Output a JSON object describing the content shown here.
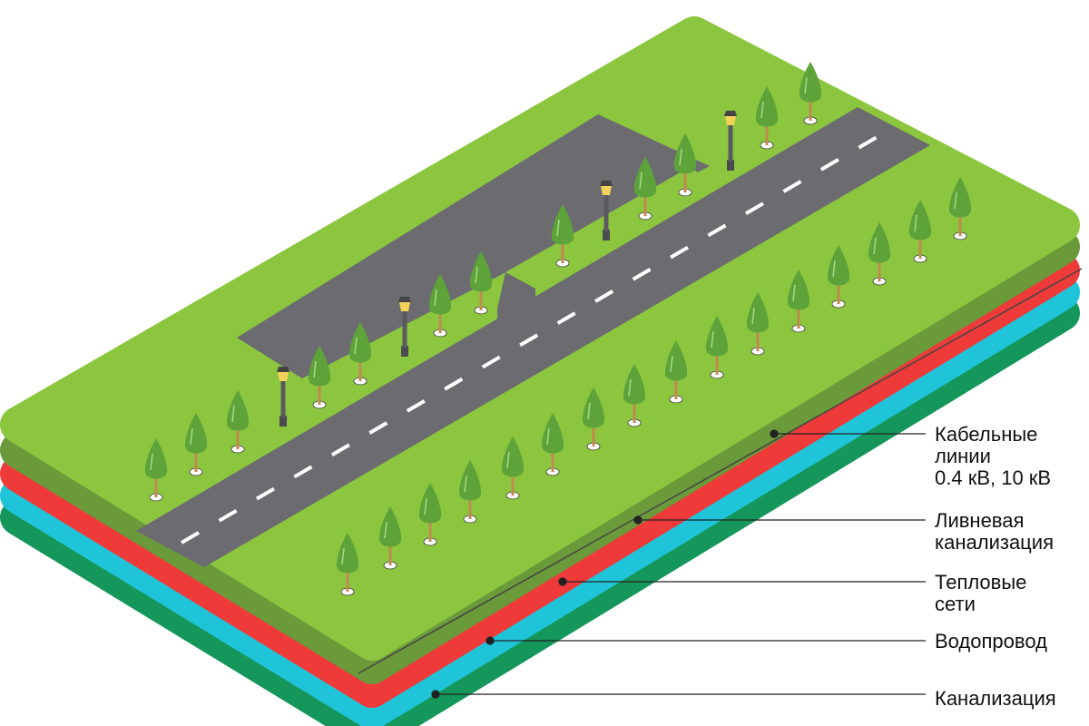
{
  "colors": {
    "grass": "#8cc63f",
    "grass_edge": "#6a9a3a",
    "heat_layer": "#ef3a3a",
    "water_layer": "#20c4d8",
    "sewer_layer": "#15965a",
    "asphalt": "#6b6b70",
    "tree": "#5ea33a"
  },
  "labels": [
    {
      "id": "cable",
      "text": "Кабельные\nлинии\n0.4 кВ, 10 кВ"
    },
    {
      "id": "storm",
      "text": "Ливневая\nканализация"
    },
    {
      "id": "heat",
      "text": "Тепловые\nсети"
    },
    {
      "id": "water",
      "text": "Водопровод"
    },
    {
      "id": "sewer",
      "text": "Канализация"
    }
  ]
}
